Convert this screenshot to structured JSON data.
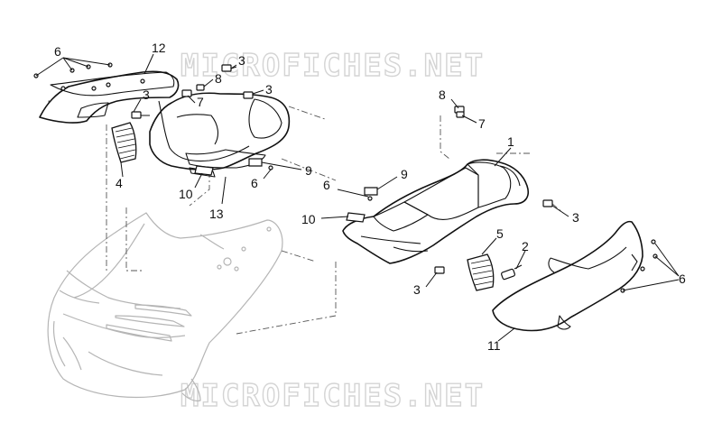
{
  "watermark": {
    "text_top": "MICROFICHES.NET",
    "text_bottom": "MICROFICHES.NET"
  },
  "callouts": {
    "c1": "1",
    "c2": "2",
    "c3a": "3",
    "c3b": "3",
    "c3c": "3",
    "c3d": "3",
    "c3e": "3",
    "c4": "4",
    "c5": "5",
    "c6a": "6",
    "c6b": "6",
    "c6c": "6",
    "c6d": "6",
    "c7a": "7",
    "c7b": "7",
    "c8a": "8",
    "c8b": "8",
    "c9a": "9",
    "c9b": "9",
    "c10a": "10",
    "c10b": "10",
    "c11": "11",
    "c12": "12",
    "c13": "13"
  },
  "colors": {
    "line": "#111111",
    "ghost": "#b5b5b5",
    "watermark": "#d4d4d4"
  }
}
